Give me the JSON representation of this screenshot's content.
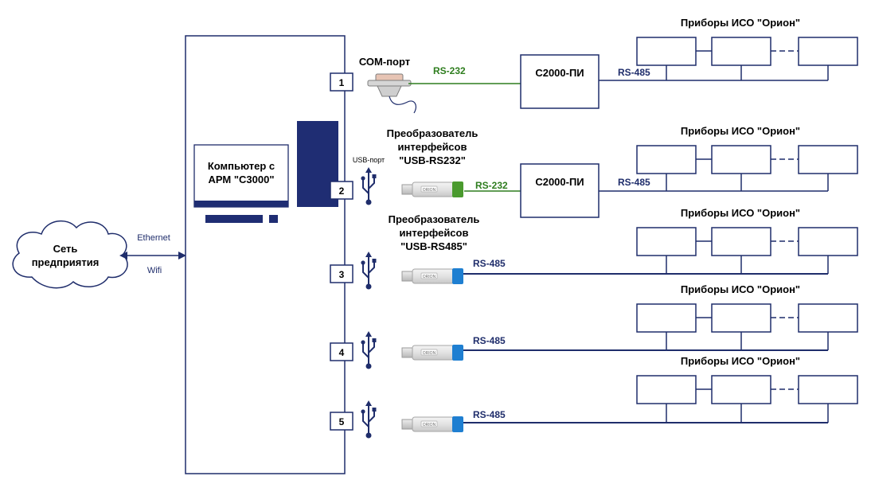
{
  "network": {
    "cloud_label": "Сеть предприятия",
    "ethernet_label": "Ethernet",
    "wifi_label": "Wifi"
  },
  "computer": {
    "label": "Компьютер с АРМ \"С3000\""
  },
  "ports": [
    "1",
    "2",
    "3",
    "4",
    "5"
  ],
  "com_port_label": "СОМ-порт",
  "usb_port_label": "USB-порт",
  "converters": [
    {
      "label": "Преобразователь интерфейсов \"USB-RS232\"",
      "plug_label": "ORION"
    },
    {
      "label": "Преобразователь интерфейсов \"USB-RS485\"",
      "plug_label": "ORION"
    }
  ],
  "lines": {
    "rs232": "RS-232",
    "rs485": "RS-485"
  },
  "pi_device": "С2000-ПИ",
  "device_group_title": "Приборы ИСО \"Орион\"",
  "colors": {
    "rs232": "#2e7d1e",
    "rs485": "#1f2d6b",
    "computer_block": "#1f2d73",
    "usb_plug_green": "#4a9a2e",
    "usb_plug_blue": "#1f7fd1"
  }
}
